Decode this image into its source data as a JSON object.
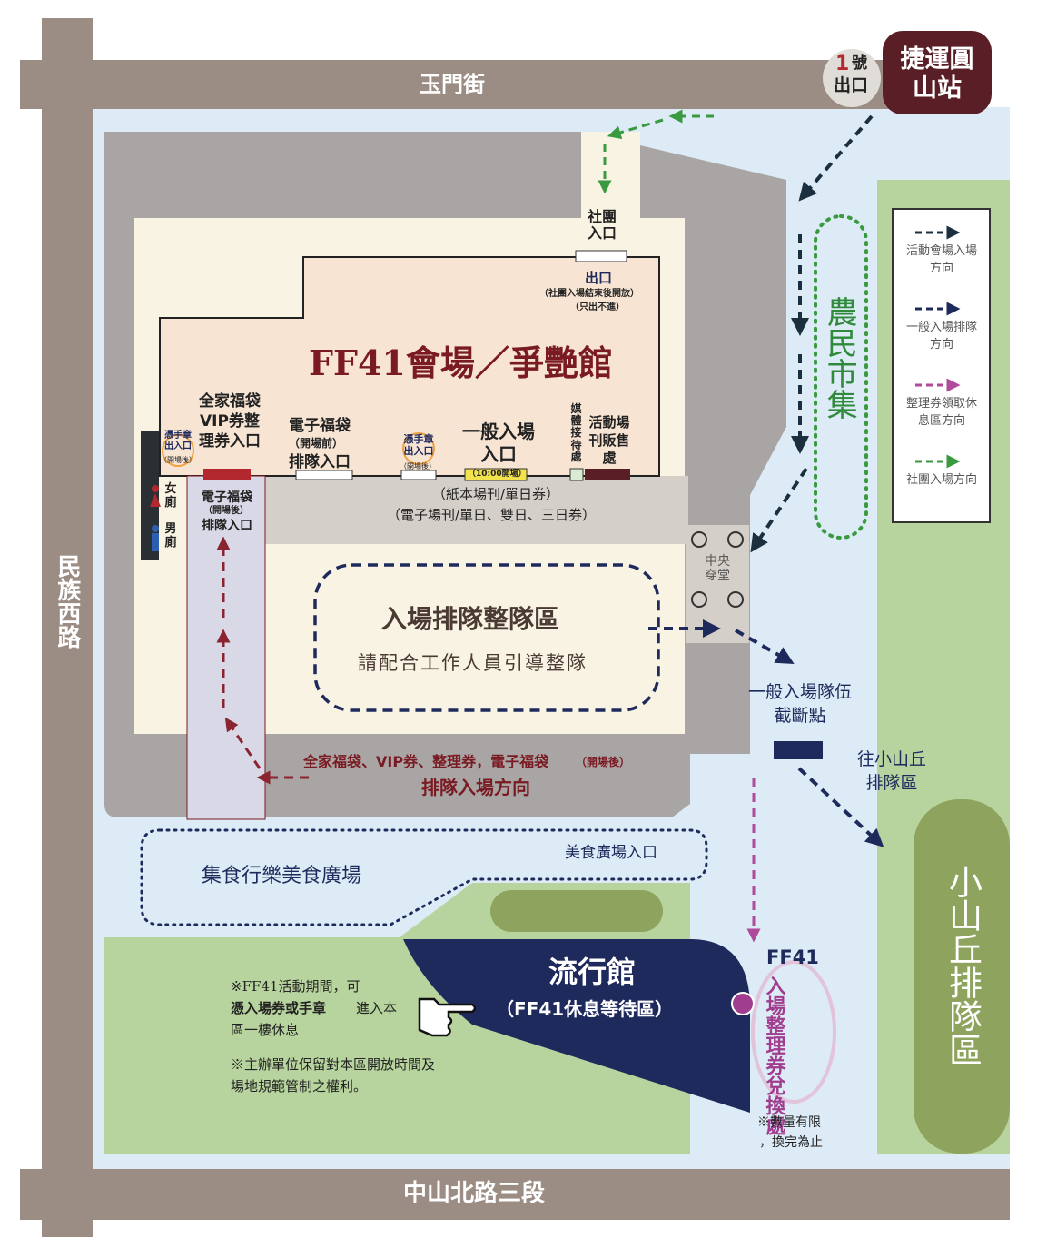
{
  "colors": {
    "road": "#9b8c84",
    "venue_outer": "#a8a5a4",
    "venue_cream": "#f8f3e2",
    "venue_hall": "#f7e4d3",
    "corridor": "#d4cfc8",
    "food_area": "#dcebf6",
    "park": "#b8d49e",
    "hill": "#8ea45e",
    "pop_hall": "#1f2a5c",
    "mrt": "#5a1f26",
    "arrow_event": "#1c2f3e",
    "arrow_general": "#1f2a5c",
    "arrow_ticket": "#b04a9b",
    "arrow_club": "#3a9a40",
    "arrow_vip": "#8a2430"
  },
  "roads": {
    "top": "玉門街",
    "bottom": "中山北路三段",
    "left": "民族西路"
  },
  "mrt": {
    "exit_number": "1",
    "exit_suffix": "號",
    "exit_text": "出口",
    "station": "捷運圓山站"
  },
  "venue": {
    "title": "FF41會場／爭艷館",
    "club_entrance": "社團入口",
    "exit_label": "出口",
    "exit_note1": "（社團入場結束後開放）",
    "exit_note2": "（只出不進）",
    "media_desk": "媒體接待處",
    "program_sales": "活動場刊販售處",
    "vip_entrance": "全家福袋VIP券整理券入口",
    "stamp_exit_left": "憑手章出入口",
    "stamp_exit_left_note": "（開場後）",
    "ebag_entrance_before": "電子福袋",
    "ebag_before_note": "（開場前）",
    "ebag_before_queue": "排隊入口",
    "stamp_exit_mid": "憑手章出入口",
    "stamp_exit_mid_note": "（開場後）",
    "general_entrance": "一般入場入口",
    "general_time": "（10:00開場）",
    "ticket_types1": "（紙本場刊/單日券）",
    "ticket_types2": "（電子場刊/單日、雙日、三日券）",
    "ebag_after": "電子福袋",
    "ebag_after_note": "（開場後）",
    "ebag_after_queue": "排隊入口",
    "women_restroom": "女廁",
    "men_restroom": "男廁",
    "central_hall": "中央穿堂"
  },
  "queue_area": {
    "title": "入場排隊整隊區",
    "subtitle": "請配合工作人員引導整隊"
  },
  "vip_route": {
    "line1": "全家福袋、VIP券、整理券，電子福袋",
    "line1_note": "（開場後）",
    "line2": "排隊入場方向"
  },
  "general_cutoff": "一般入場隊伍截斷點",
  "to_hill": "往小山丘排隊區",
  "farmers_market": "農民市集",
  "hill_area": "小山丘排隊區",
  "food_plaza": {
    "name": "集食行樂美食廣場",
    "entrance": "美食廣場入口"
  },
  "pop_hall": {
    "name": "流行館",
    "subtitle": "（FF41休息等待區）"
  },
  "notes": {
    "n1_a": "※FF41活動期間，可",
    "n1_b": "憑入場券或手章",
    "n1_c": "進入本",
    "n1_d": "區一樓休息",
    "n2_a": "※主辦單位保留對本區開放時間及",
    "n2_b": "場地規範管制之權利。"
  },
  "ticket_exchange": {
    "brand": "FF41",
    "text": "入場整理券兌換處",
    "note1": "※數量有限",
    "note2": "，換完為止"
  },
  "legend": [
    {
      "label": "活動會場入場方向",
      "color": "#1c2f3e"
    },
    {
      "label": "一般入場排隊方向",
      "color": "#1f2a5c"
    },
    {
      "label": "整理券領取休息區方向",
      "color": "#b04a9b"
    },
    {
      "label": "社團入場方向",
      "color": "#3a9a40"
    }
  ]
}
